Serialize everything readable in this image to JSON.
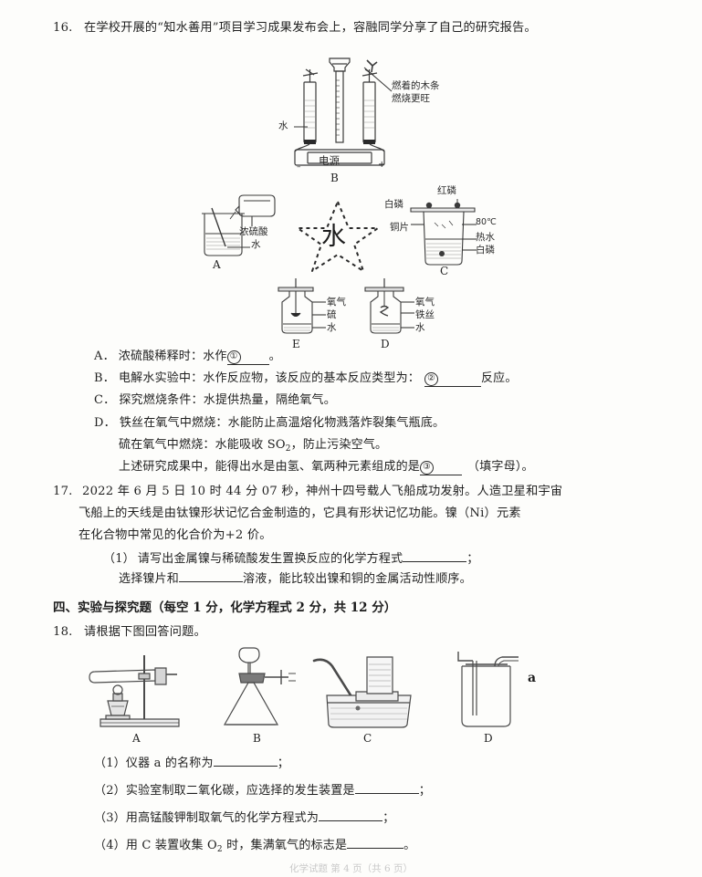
{
  "page": {
    "footer": "化学试题  第 4 页（共 6 页）"
  },
  "question16": {
    "number": "16.",
    "stem": "在学校开展的“知水善用”项目学习成果发布会上，容融同学分享了自己的研究报告。",
    "options": [
      {
        "label": "A．",
        "text_before": "浓硫酸稀释时：水作",
        "blank_mark": "①",
        "text_after": "。"
      },
      {
        "label": "B．",
        "text_before": "电解水实验中：水作反应物，该反应的基本反应类型为：",
        "blank_mark": "②",
        "text_after": "反应。"
      },
      {
        "label": "C．",
        "text_before": "探究燃烧条件：水提供热量，隔绝氧气。",
        "blank_mark": "",
        "text_after": ""
      },
      {
        "label": "D．",
        "text_before": "铁丝在氧气中燃烧：水能防止高温熔化物溅落炸裂集气瓶底。",
        "blank_mark": "",
        "text_after": ""
      }
    ],
    "extra_line_1_before": "硫在氧气中燃烧：水能吸收 SO",
    "extra_line_1_sub": "2",
    "extra_line_1_after": "，防止污染空气。",
    "summary_before": "上述研究成果中，能得出水是由氢、氧两种元素组成的是",
    "summary_mark": "③",
    "summary_after": "（填字母）。"
  },
  "figure16": {
    "star_text": "水",
    "panel_a": {
      "letter": "A",
      "label_acid": "浓硫酸",
      "label_water": "水"
    },
    "panel_b": {
      "letter": "B",
      "label_water": "水",
      "label_power": "电源",
      "label_minus": "–",
      "label_plus": "+",
      "callout_line1": "燃着的木条",
      "callout_line2": "燃烧更旺"
    },
    "panel_c": {
      "letter": "C",
      "label_white_p_left": "白磷",
      "label_red_p": "红磷",
      "label_copper": "铜片",
      "label_temp": "80℃",
      "label_hot_water": "热水",
      "label_white_p_bottom": "白磷"
    },
    "panel_d": {
      "letter": "D",
      "label_oxygen": "氧气",
      "label_iron": "铁丝",
      "label_water": "水"
    },
    "panel_e": {
      "letter": "E",
      "label_oxygen": "氧气",
      "label_sulfur": "硫",
      "label_water": "水"
    }
  },
  "question17": {
    "number": "17.",
    "line1": "2022 年 6 月 5 日 10 时 44 分 07 秒，神州十四号载人飞船成功发射。人造卫星和宇宙",
    "line2": "飞船上的天线是由钛镍形状记忆合金制造的，它具有形状记忆功能。镍（Ni）元素",
    "line3": "在化合物中常见的化合价为+2 价。",
    "sub1_mark": "（1）",
    "sub1_before": "请写出金属镍与稀硫酸发生置换反应的化学方程式",
    "sub1_after": "；",
    "sub2_before": "选择镍片和",
    "sub2_after": "溶液，能比较出镍和铜的金属活动性顺序。"
  },
  "section4": {
    "title": "四、实验与探究题（每空 1 分，化学方程式 2 分，共 12 分）"
  },
  "question18": {
    "number": "18.",
    "stem": "请根据下图回答问题。",
    "figure": {
      "letters": [
        "A",
        "B",
        "C",
        "D"
      ],
      "label_a_tube": "a"
    },
    "subs": [
      {
        "mark": "（1）",
        "before": "仪器 a 的名称为",
        "after": "；"
      },
      {
        "mark": "（2）",
        "before": "实验室制取二氧化碳，应选择的发生装置是",
        "after": "；"
      },
      {
        "mark": "（3）",
        "before": "用高锰酸钾制取氧气的化学方程式为",
        "after": "；"
      },
      {
        "mark": "（4）",
        "before": "用 C 装置收集 O",
        "sub": "2",
        "before2": " 时，集满氧气的标志是",
        "after": "。"
      }
    ]
  }
}
